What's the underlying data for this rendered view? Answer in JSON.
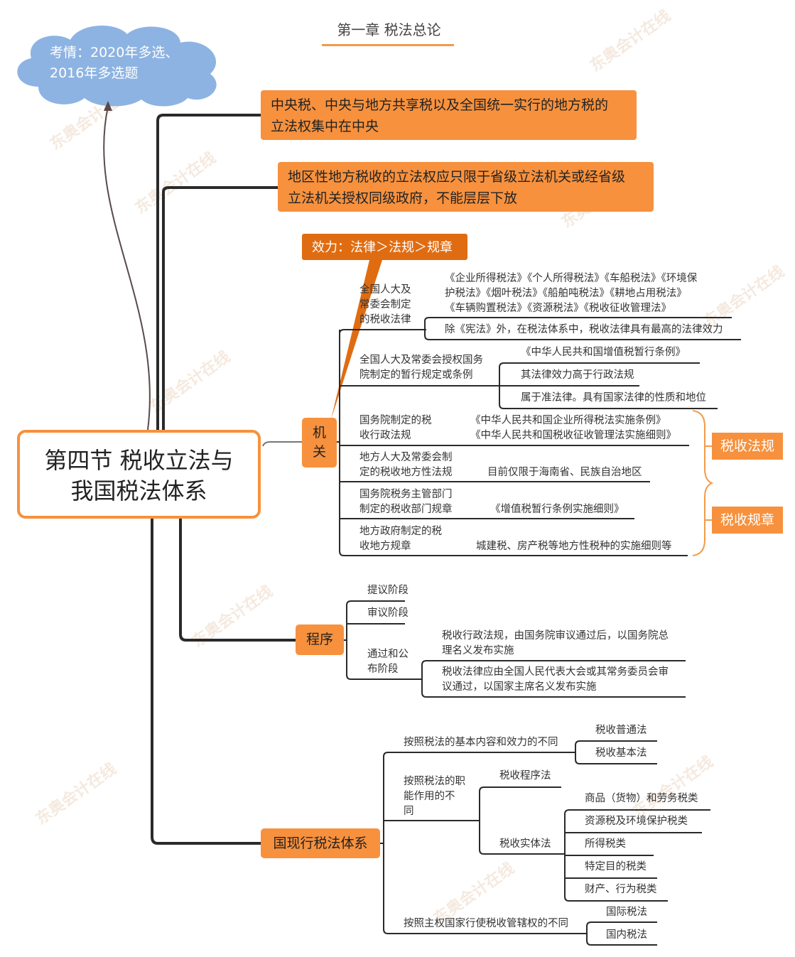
{
  "chapter_title": "第一章 税法总论",
  "cloud_note": {
    "line1": "考情：2020年多选、",
    "line2": "2016年多选题"
  },
  "root": {
    "line1": "第四节 税收立法与",
    "line2": "我国税法体系"
  },
  "branches": {
    "central": {
      "line1": "中央税、中央与地方共享税以及全国统一实行的地方税的",
      "line2": "立法权集中在中央"
    },
    "regional": {
      "line1": "地区性地方税收的立法权应只限于省级立法机关或经省级",
      "line2": "立法机关授权同级政府，不能层层下放"
    },
    "callout": "效力：法律＞法规＞规章",
    "organs": {
      "label_top": "机",
      "label_bottom": "关",
      "items": [
        {
          "name": [
            "全国人大及",
            "常委会制定",
            "的税收法律"
          ],
          "children": [
            [
              "《企业所得税法》《个人所得税法》《车船税法》《环境保",
              "护税法》《烟叶税法》《船舶吨税法》《耕地占用税法》",
              "《车辆购置税法》《资源税法》《税收征收管理法》"
            ],
            [
              "除《宪法》外，在税法体系中，税收法律具有最高的法律效力"
            ]
          ]
        },
        {
          "name": [
            "全国人大及常委会授权国务",
            "院制定的暂行规定或条例"
          ],
          "children": [
            [
              "《中华人民共和国增值税暂行条例》"
            ],
            [
              "其法律效力高于行政法规"
            ],
            [
              "属于准法律。具有国家法律的性质和地位"
            ]
          ]
        },
        {
          "name": [
            "国务院制定的税",
            "收行政法规"
          ],
          "children": [
            [
              "《中华人民共和国企业所得税法实施条例》",
              "《中华人民共和国税收征收管理法实施细则》"
            ]
          ]
        },
        {
          "name": [
            "地方人大及常委会制",
            "定的税收地方性法规"
          ],
          "children": [
            [
              "目前仅限于海南省、民族自治地区"
            ]
          ]
        },
        {
          "name": [
            "国务院税务主管部门",
            "制定的税收部门规章"
          ],
          "children": [
            [
              "《增值税暂行条例实施细则》"
            ]
          ]
        },
        {
          "name": [
            "地方政府制定的税",
            "收地方规章"
          ],
          "children": [
            [
              "城建税、房产税等地方性税种的实施细则等"
            ]
          ]
        }
      ],
      "brace_tags": [
        "税收法规",
        "税收规章"
      ]
    },
    "procedure": {
      "label": "程序",
      "stages": [
        "提议阶段",
        "审议阶段"
      ],
      "stage3": [
        "通过和公",
        "布阶段"
      ],
      "stage3_children": [
        [
          "税收行政法规，由国务院审议通过后，以国务院总",
          "理名义发布实施"
        ],
        [
          "税收法律应由全国人民代表大会或其常务委员会审",
          "议通过，以国家主席名义发布实施"
        ]
      ]
    },
    "system": {
      "label": "国现行税法体系",
      "by_content": {
        "label": "按照税法的基本内容和效力的不同",
        "children": [
          "税收普通法",
          "税收基本法"
        ]
      },
      "by_function": {
        "label": [
          "按照税法的职",
          "能作用的不",
          "同"
        ],
        "procedural": "税收程序法",
        "substantive": "税收实体法",
        "substantive_children": [
          "商品（货物）和劳务税类",
          "资源税及环境保护税类",
          "所得税类",
          "特定目的税类",
          "财产、行为税类"
        ]
      },
      "by_jurisdiction": {
        "label": "按照主权国家行使税收管辖权的不同",
        "children": [
          "国际税法",
          "国内税法"
        ]
      }
    }
  },
  "colors": {
    "orange": "#f7913d",
    "dark_orange": "#e06c12",
    "cloud_blue": "#8db3e2",
    "line": "#2a2a2a"
  }
}
